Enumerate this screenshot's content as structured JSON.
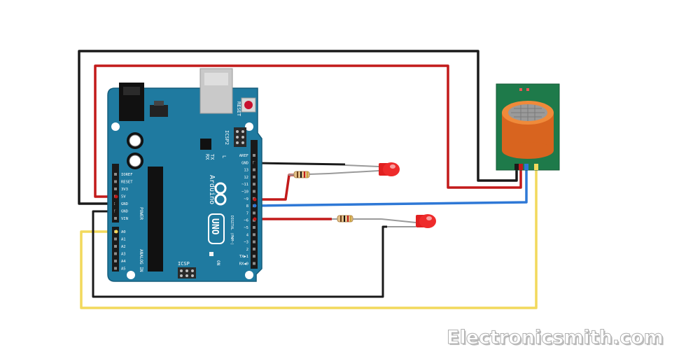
{
  "board": {
    "reset": "RESET",
    "icsp2": "ICSP2",
    "l": "L",
    "tx": "TX",
    "rx": "RX",
    "brand": "Arduino",
    "model": "UNO",
    "on": "ON",
    "icsp": "ICSP",
    "digital": "DIGITAL (PWM~)",
    "power": "POWER",
    "analog_in": "ANALOG IN",
    "power_pins": [
      "IOREF",
      "RESET",
      "3V3",
      "5V",
      "GND",
      "GND",
      "VIN"
    ],
    "analog_pins": [
      "A0",
      "A1",
      "A2",
      "A3",
      "A4",
      "A5"
    ],
    "digital_pins": [
      "AREF",
      "GND",
      "13",
      "12",
      "~11",
      "~10",
      "~9",
      "8",
      "7",
      "~6",
      "~5",
      "4",
      "~3",
      "2",
      "TX▶1",
      "RX◀0"
    ]
  },
  "watermark": "Electronicsmith.com",
  "colors": {
    "board": "#1f7aa0",
    "wire_black": "#1a1a1a",
    "wire_red": "#c21a1a",
    "wire_blue": "#2e78d6",
    "wire_yellow": "#f2d95c",
    "sensor_pcb": "#1e7a4a",
    "sensor_can": "#e0702a",
    "led": "#ee2b2b"
  }
}
